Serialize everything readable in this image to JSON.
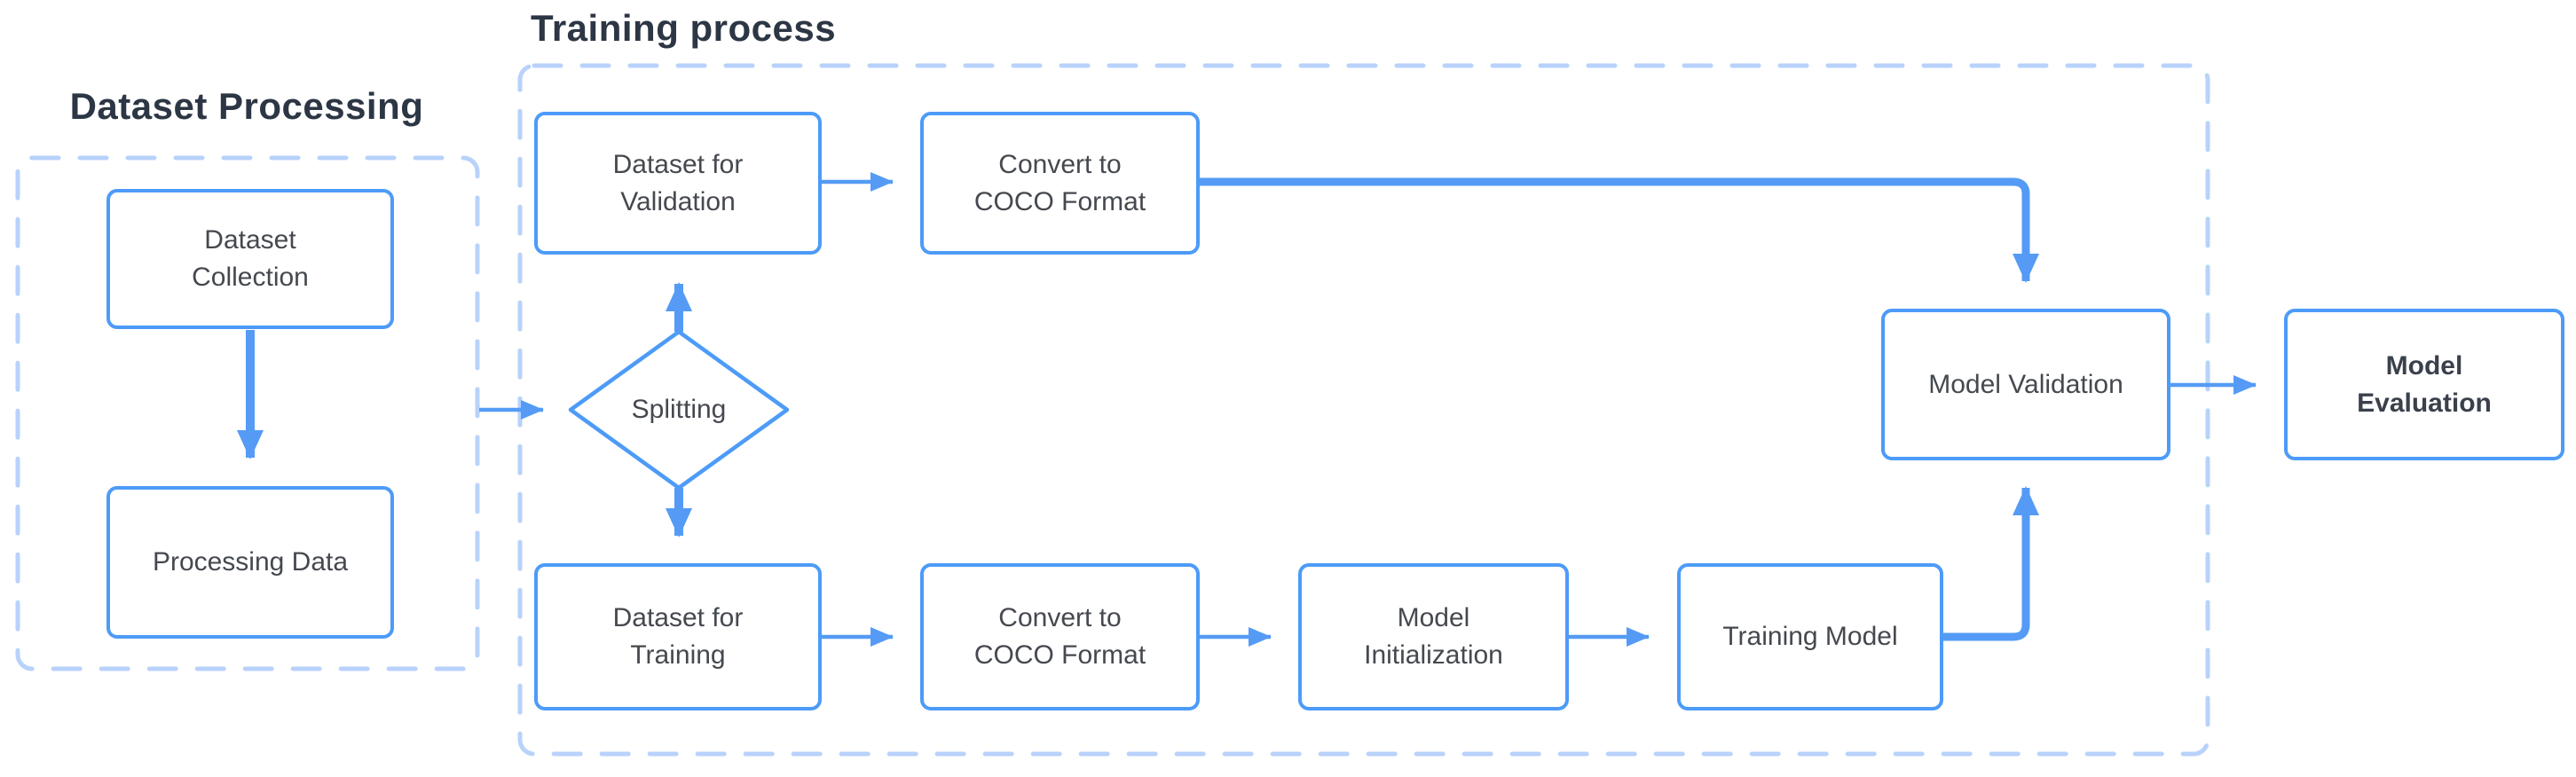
{
  "sections": {
    "dataset_processing": {
      "title": "Dataset Processing"
    },
    "training_process": {
      "title": "Training process"
    }
  },
  "nodes": {
    "dataset_collection": {
      "label": "Dataset\nCollection",
      "shape": "rect"
    },
    "processing_data": {
      "label": "Processing Data",
      "shape": "rect"
    },
    "dataset_for_validation": {
      "label": "Dataset for\nValidation",
      "shape": "rect"
    },
    "convert_to_coco_top": {
      "label": "Convert to\nCOCO Format",
      "shape": "rect"
    },
    "splitting": {
      "label": "Splitting",
      "shape": "diamond"
    },
    "dataset_for_training": {
      "label": "Dataset for\nTraining",
      "shape": "rect"
    },
    "convert_to_coco_bottom": {
      "label": "Convert to\nCOCO Format",
      "shape": "rect"
    },
    "model_initialization": {
      "label": "Model\nInitialization",
      "shape": "rect"
    },
    "training_model": {
      "label": "Training Model",
      "shape": "rect"
    },
    "model_validation": {
      "label": "Model Validation",
      "shape": "rect"
    },
    "model_evaluation": {
      "label": "Model\nEvaluation",
      "shape": "rect"
    }
  },
  "edges": [
    {
      "from": "dataset_collection",
      "to": "processing_data"
    },
    {
      "from": "dataset_processing_section",
      "to": "splitting"
    },
    {
      "from": "splitting",
      "to": "dataset_for_validation"
    },
    {
      "from": "splitting",
      "to": "dataset_for_training"
    },
    {
      "from": "dataset_for_validation",
      "to": "convert_to_coco_top"
    },
    {
      "from": "convert_to_coco_top",
      "to": "model_validation"
    },
    {
      "from": "dataset_for_training",
      "to": "convert_to_coco_bottom"
    },
    {
      "from": "convert_to_coco_bottom",
      "to": "model_initialization"
    },
    {
      "from": "model_initialization",
      "to": "training_model"
    },
    {
      "from": "training_model",
      "to": "model_validation"
    },
    {
      "from": "model_validation",
      "to": "model_evaluation"
    }
  ],
  "colors": {
    "node_border": "#4d9bf8",
    "arrow": "#559bf5",
    "dashed_container": "#b8d2fb",
    "node_text": "#45494f",
    "title_text": "#2c3644",
    "background": "#ffffff"
  }
}
